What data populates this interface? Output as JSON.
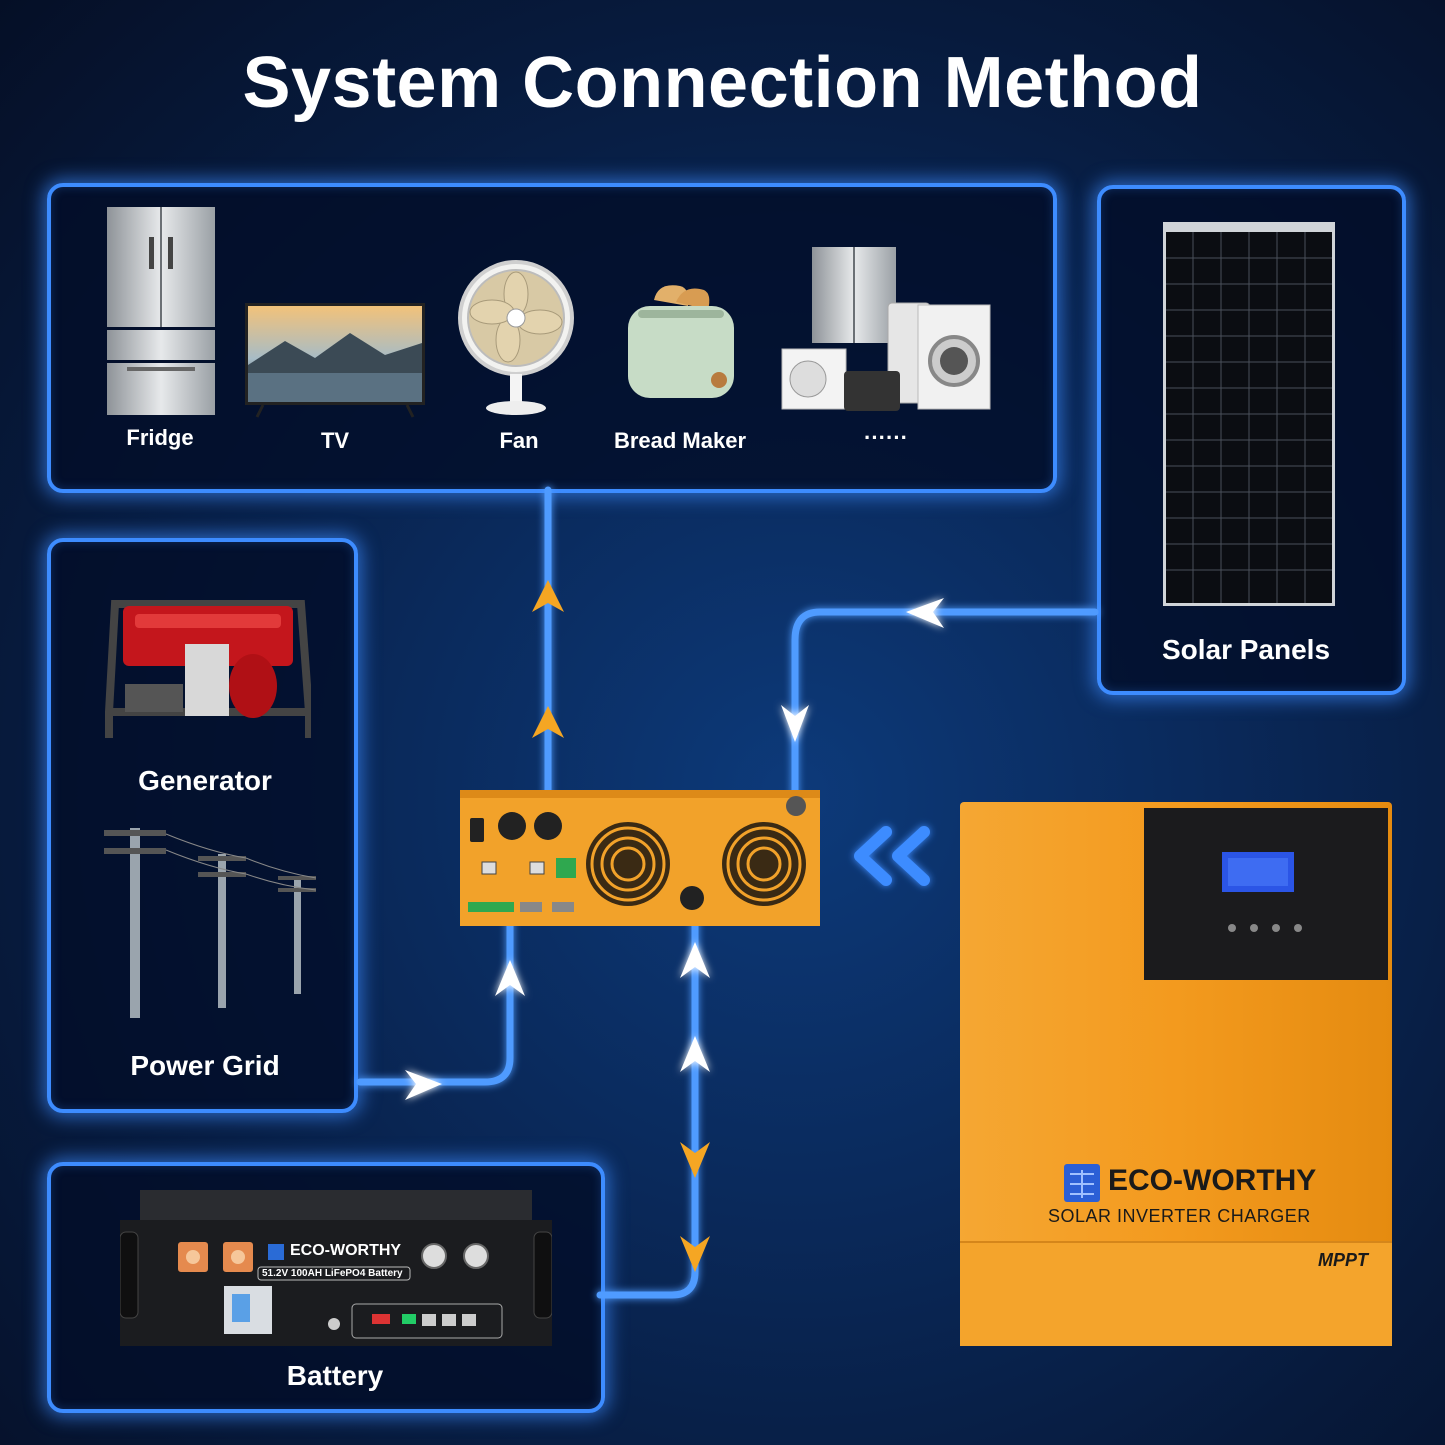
{
  "title": "System Connection Method",
  "appliances": {
    "items": [
      "Fridge",
      "TV",
      "Fan",
      "Bread Maker",
      "······"
    ]
  },
  "sources": {
    "generator": "Generator",
    "power_grid": "Power Grid",
    "solar_panels": "Solar Panels",
    "battery": "Battery"
  },
  "battery_unit": {
    "brand": "ECO-WORTHY",
    "spec": "51.2V 100AH LiFePO4 Battery"
  },
  "inverter": {
    "brand": "ECO-WORTHY",
    "subtitle": "SOLAR INVERTER CHARGER",
    "badge": "MPPT"
  },
  "colors": {
    "accent_blue": "#3d8cff",
    "arrow_orange": "#f5a623",
    "inverter_orange": "#f39a1e"
  }
}
